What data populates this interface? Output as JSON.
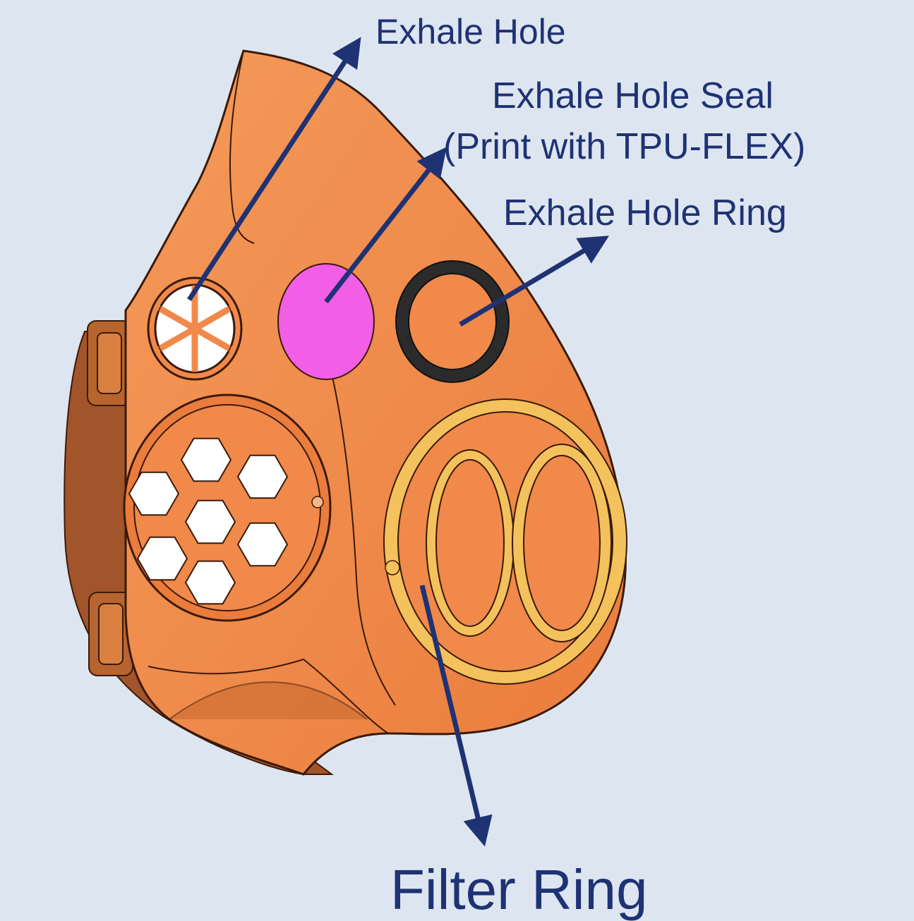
{
  "labels": {
    "exhale_hole": "Exhale Hole",
    "exhale_hole_seal_line1": "Exhale Hole Seal",
    "exhale_hole_seal_line2": "(Print with TPU-FLEX)",
    "exhale_hole_ring": "Exhale Hole Ring",
    "filter_ring": "Filter Ring"
  },
  "colors": {
    "background": "#dde6f0",
    "mask_body": "#f0894a",
    "mask_shadow": "#a2542a",
    "seal": "#f25ee6",
    "ring": "#2b2b2b",
    "filter_ring": "#f3c25c",
    "arrow": "#1f3274"
  }
}
